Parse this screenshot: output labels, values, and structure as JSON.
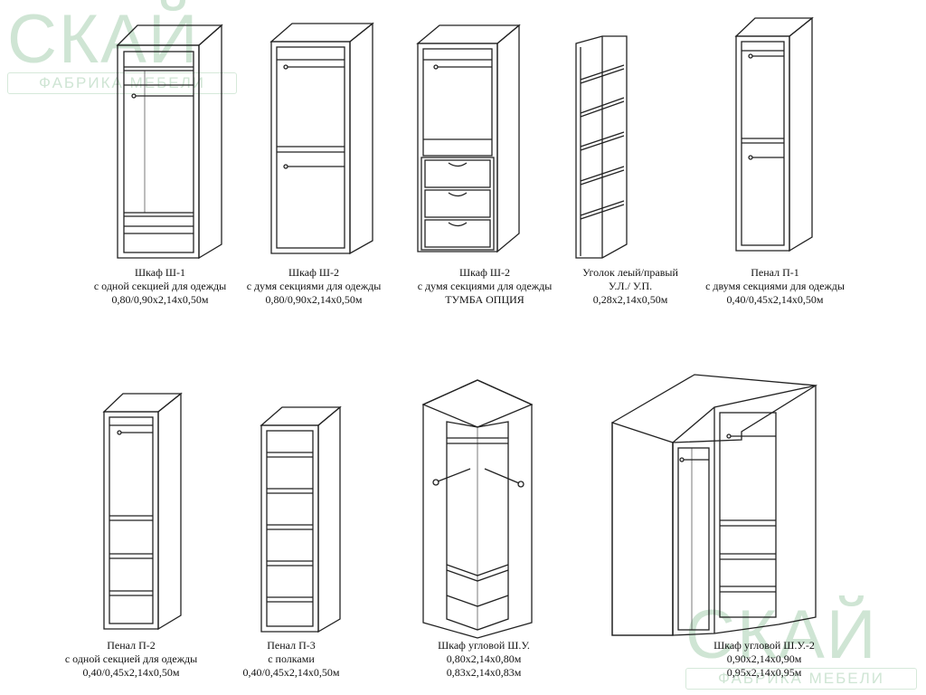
{
  "watermark": {
    "mark": "СКАЙ",
    "subtitle": "ФАБРИКА МЕБЕЛИ"
  },
  "items": [
    {
      "name": "Шкаф Ш-1",
      "desc": "с одной секцией для одежды",
      "sizes": [
        "0,80/0,90х2,14х0,50м"
      ]
    },
    {
      "name": "Шкаф Ш-2",
      "desc": "с думя секциями для одежды",
      "sizes": [
        "0,80/0,90х2,14х0,50м"
      ]
    },
    {
      "name": "Шкаф Ш-2",
      "desc": "с думя секциями для одежды",
      "sizes": [
        "ТУМБА ОПЦИЯ"
      ]
    },
    {
      "name": "Уголок леый/правый",
      "desc": "У.Л./ У.П.",
      "sizes": [
        "0,28х2,14х0,50м"
      ]
    },
    {
      "name": "Пенал П-1",
      "desc": "с двумя секциями для одежды",
      "sizes": [
        "0,40/0,45х2,14х0,50м"
      ]
    },
    {
      "name": "Пенал П-2",
      "desc": "с одной секцией для одежды",
      "sizes": [
        "0,40/0,45х2,14х0,50м"
      ]
    },
    {
      "name": "Пенал П-3",
      "desc": "с полками",
      "sizes": [
        "0,40/0,45х2,14х0,50м"
      ]
    },
    {
      "name": "Шкаф угловой Ш.У.",
      "desc": "0,80х2,14х0,80м",
      "sizes": [
        "0,83х2,14х0,83м"
      ]
    },
    {
      "name": "Шкаф угловой Ш.У.-2",
      "desc": "0,90х2,14х0,90м",
      "sizes": [
        "0,95х2,14х0,95м"
      ]
    }
  ]
}
